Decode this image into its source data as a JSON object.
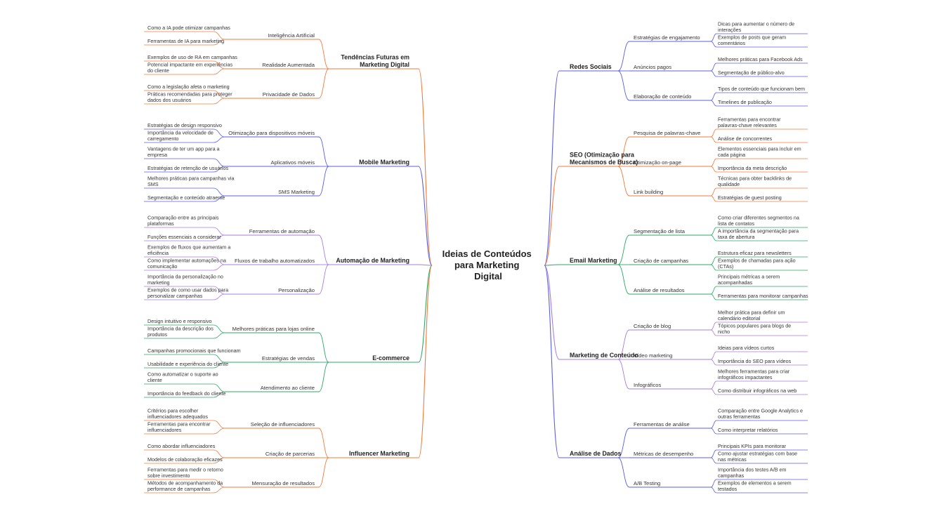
{
  "root": "Ideias de Conteúdos para Marketing Digital",
  "left": [
    {
      "label": "Tendências Futuras em Marketing Digital",
      "color": "#f07b3f",
      "children": [
        {
          "label": "Inteligência Artificial",
          "children": [
            "Como a IA pode otimizar campanhas",
            "Ferramentas de IA para marketing"
          ]
        },
        {
          "label": "Realidade Aumentada",
          "children": [
            "Exemplos de uso de RA em campanhas",
            "Potencial impactante em experiências do cliente"
          ]
        },
        {
          "label": "Privacidade de Dados",
          "children": [
            "Como a legislação afeta o marketing",
            "Práticas recomendadas para proteger dados dos usuários"
          ]
        }
      ]
    },
    {
      "label": "Mobile Marketing",
      "color": "#5b5fe0",
      "children": [
        {
          "label": "Otimização para dispositivos móveis",
          "children": [
            "Estratégias de design responsivo",
            "Importância da velocidade de carregamento"
          ]
        },
        {
          "label": "Aplicativos móveis",
          "children": [
            "Vantagens de ter um app para a empresa",
            "Estratégias de retenção de usuários"
          ]
        },
        {
          "label": "SMS Marketing",
          "children": [
            "Melhores práticas para campanhas via SMS",
            "Segmentação e conteúdo atraente"
          ]
        }
      ]
    },
    {
      "label": "Automação de Marketing",
      "color": "#a77ee0",
      "children": [
        {
          "label": "Ferramentas de automação",
          "children": [
            "Comparação entre as principais plataformas",
            "Funções essenciais a considerar"
          ]
        },
        {
          "label": "Fluxos de trabalho automatizados",
          "children": [
            "Exemplos de fluxos que aumentam a eficiência",
            "Como implementar automações na comunicação"
          ]
        },
        {
          "label": "Personalização",
          "children": [
            "Importância da personalização no marketing",
            "Exemplos de como usar dados para personalizar campanhas"
          ]
        }
      ]
    },
    {
      "label": "E-commerce",
      "color": "#2ea865",
      "children": [
        {
          "label": "Melhores práticas para lojas online",
          "children": [
            "Design intuitivo e responsivo",
            "Importância da descrição dos produtos"
          ]
        },
        {
          "label": "Estratégias de vendas",
          "children": [
            "Campanhas promocionais que funcionam",
            "Usabilidade e experiência do cliente"
          ]
        },
        {
          "label": "Atendimento ao cliente",
          "children": [
            "Como automatizar o suporte ao cliente",
            "Importância do feedback do cliente"
          ]
        }
      ]
    },
    {
      "label": "Influencer Marketing",
      "color": "#f07b3f",
      "children": [
        {
          "label": "Seleção de influenciadores",
          "children": [
            "Critérios para escolher influenciadores adequados",
            "Ferramentas para encontrar influenciadores"
          ]
        },
        {
          "label": "Criação de parcerias",
          "children": [
            "Como abordar influenciadores",
            "Modelos de colaboração eficazes"
          ]
        },
        {
          "label": "Mensuração de resultados",
          "children": [
            "Ferramentas para medir o retorno sobre investimento",
            "Métodos de acompanhamento da performance de campanhas"
          ]
        }
      ]
    }
  ],
  "right": [
    {
      "label": "Redes Sociais",
      "color": "#5b5fe0",
      "children": [
        {
          "label": "Estratégias de engajamento",
          "children": [
            "Dicas para aumentar o número de interações",
            "Exemplos de posts que geram comentários"
          ]
        },
        {
          "label": "Anúncios pagos",
          "children": [
            "Melhores práticas para Facebook Ads",
            "Segmentação de público-alvo"
          ]
        },
        {
          "label": "Elaboração de conteúdo",
          "children": [
            "Tipos de conteúdo que funcionam bem",
            "Timelines de publicação"
          ]
        }
      ]
    },
    {
      "label": "SEO (Otimização para Mecanismos de Busca)",
      "color": "#f07b3f",
      "children": [
        {
          "label": "Pesquisa de palavras-chave",
          "children": [
            "Ferramentas para encontrar palavras-chave relevantes",
            "Análise de concorrentes"
          ]
        },
        {
          "label": "Otimização on-page",
          "children": [
            "Elementos essenciais para incluir em cada página",
            "Importância da meta descrição"
          ]
        },
        {
          "label": "Link building",
          "children": [
            "Técnicas para obter backlinks de qualidade",
            "Estratégias de guest posting"
          ]
        }
      ]
    },
    {
      "label": "Email Marketing",
      "color": "#2ea865",
      "children": [
        {
          "label": "Segmentação de lista",
          "children": [
            "Como criar diferentes segmentos na lista de contatos",
            "A importância da segmentação para taxa de abertura"
          ]
        },
        {
          "label": "Criação de campanhas",
          "children": [
            "Estrutura eficaz para newsletters",
            "Exemplos de chamadas para ação (CTAs)"
          ]
        },
        {
          "label": "Análise de resultados",
          "children": [
            "Principais métricas a serem acompanhadas",
            "Ferramentas para monitorar campanhas"
          ]
        }
      ]
    },
    {
      "label": "Marketing de Conteúdo",
      "color": "#a77ee0",
      "children": [
        {
          "label": "Criação de blog",
          "children": [
            "Melhor prática para definir um calendário editorial",
            "Tópicos populares para blogs de nicho"
          ]
        },
        {
          "label": "Vídeo marketing",
          "children": [
            "Ideias para vídeos curtos",
            "Importância do SEO para vídeos"
          ]
        },
        {
          "label": "Infográficos",
          "children": [
            "Melhores ferramentas para criar infográficos impactantes",
            "Como distribuir infográficos na web"
          ]
        }
      ]
    },
    {
      "label": "Análise de Dados",
      "color": "#5b5fe0",
      "children": [
        {
          "label": "Ferramentas de análise",
          "children": [
            "Comparação entre Google Analytics e outras ferramentas",
            "Como interpretar relatórios"
          ]
        },
        {
          "label": "Métricas de desempenho",
          "children": [
            "Principais KPIs para monitorar",
            "Como ajustar estratégias com base nas métricas"
          ]
        },
        {
          "label": "A/B Testing",
          "children": [
            "Importância dos testes A/B em campanhas",
            "Exemplos de elementos a serem testados"
          ]
        }
      ]
    }
  ]
}
